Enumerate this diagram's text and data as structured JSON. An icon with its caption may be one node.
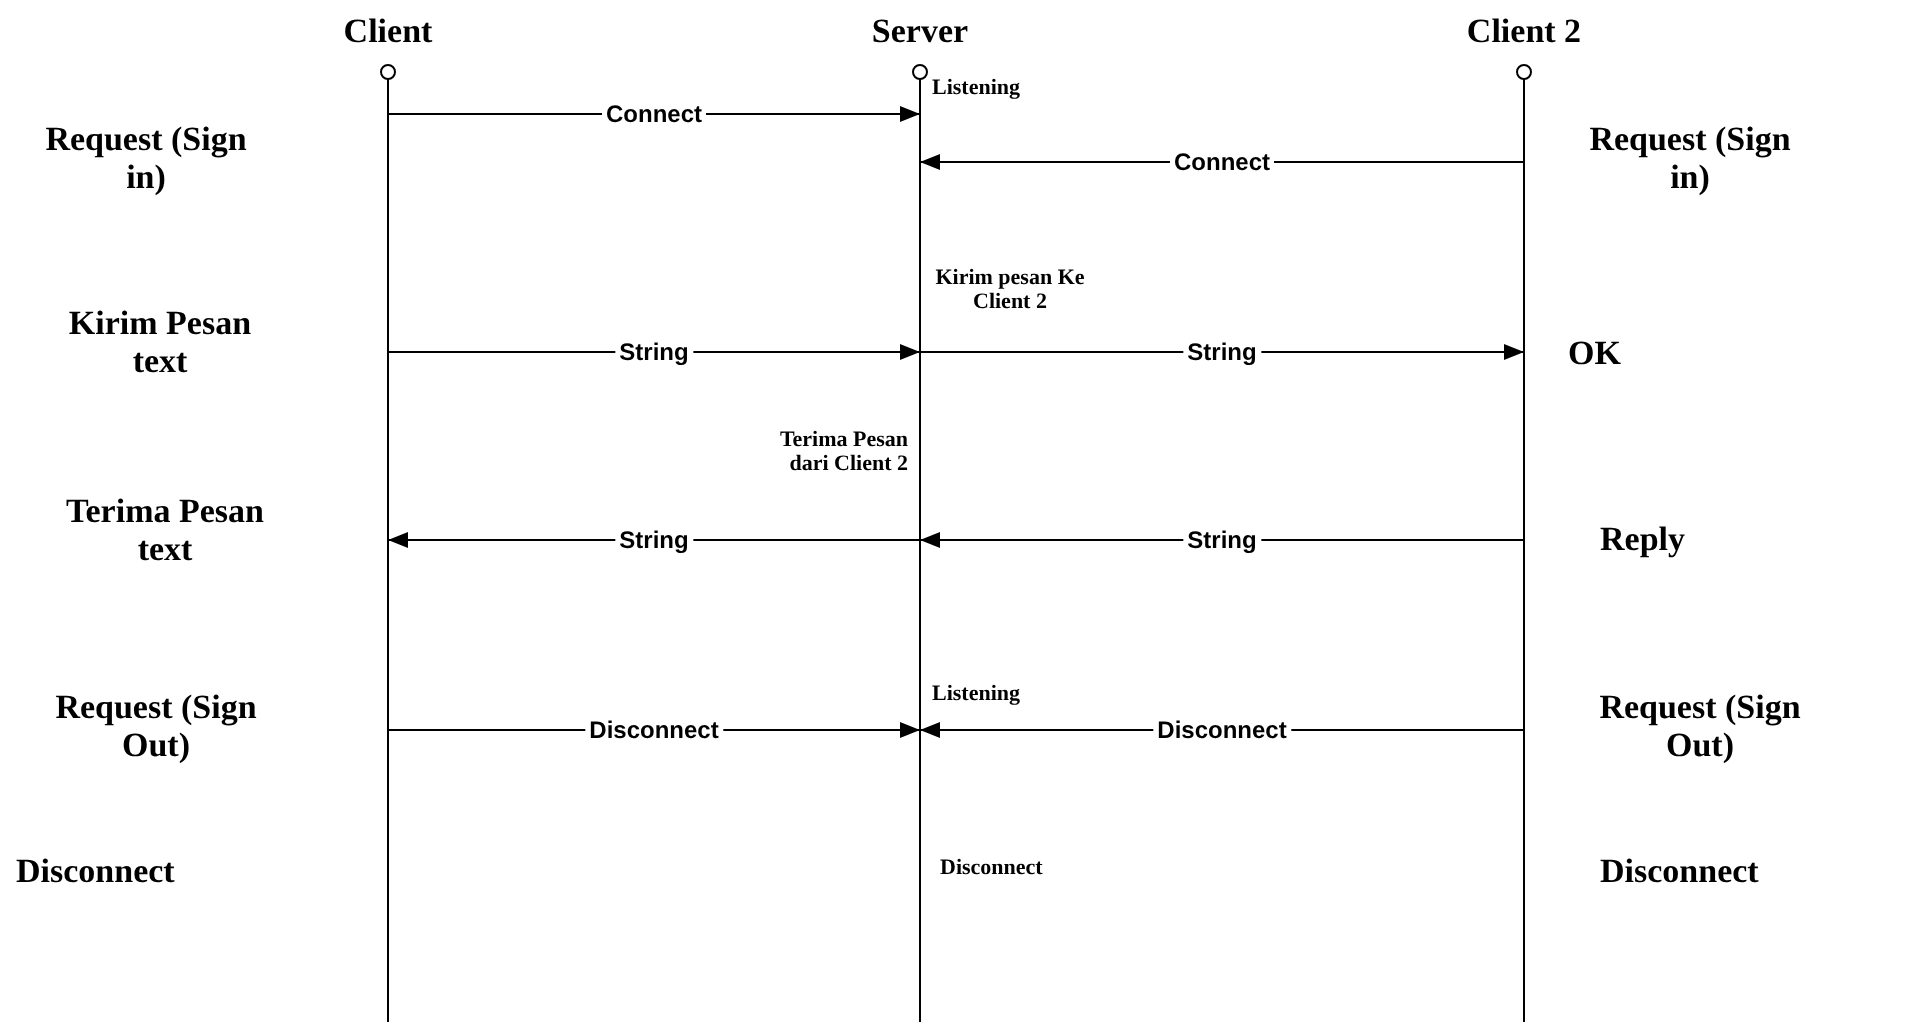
{
  "diagram": {
    "nodes": [
      {
        "text": [
          "Client"
        ]
      },
      {
        "text": [
          "Server"
        ]
      },
      {
        "text": [
          "Client 2"
        ]
      }
    ],
    "edges": [
      {
        "from": 0,
        "to": 1,
        "arrow": "to",
        "label": "Connect"
      },
      {
        "from": 2,
        "to": 1,
        "arrow": "to",
        "label": "Connect"
      },
      {
        "from": 0,
        "to": 1,
        "arrow": "to",
        "label": "String"
      },
      {
        "from": 1,
        "to": 2,
        "arrow": "to",
        "label": "String"
      },
      {
        "from": 1,
        "to": 0,
        "arrow": "to",
        "label": "String"
      },
      {
        "from": 2,
        "to": 1,
        "arrow": "to",
        "label": "String"
      },
      {
        "from": 0,
        "to": 1,
        "arrow": "to",
        "label": "Disconnect"
      },
      {
        "from": 2,
        "to": 1,
        "arrow": "to",
        "label": "Disconnect"
      }
    ],
    "labels": [
      "Listening",
      "Request (Sign in)",
      "Request (Sign in)",
      "Kirim pesan Ke Client 2",
      "Kirim Pesan text",
      "OK",
      "Terima Pesan dari Client 2",
      "Terima Pesan text",
      "Reply",
      "Listening",
      "Request (Sign Out)",
      "Request (Sign Out)",
      "Disconnect",
      "Disconnect",
      "Disconnect"
    ]
  }
}
